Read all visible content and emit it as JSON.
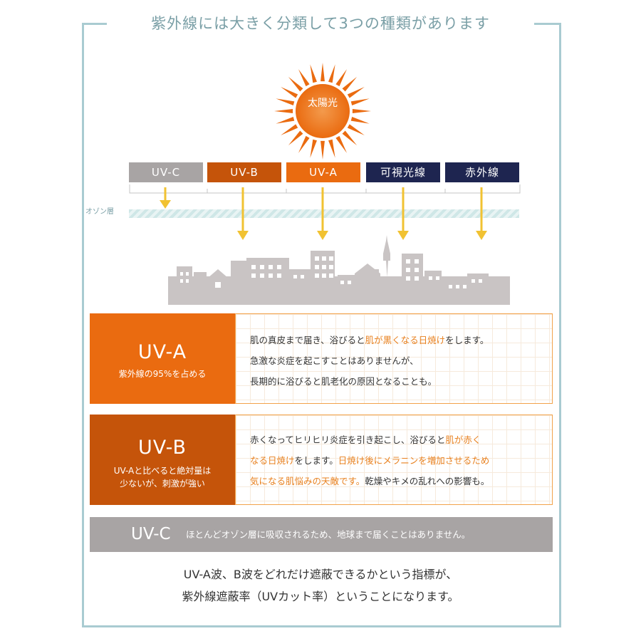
{
  "title": "紫外線には大きく分類して3つの種類があります",
  "sun_label": "太陽光",
  "spectrum": [
    {
      "label": "UV-C",
      "color": "#a8a4a4"
    },
    {
      "label": "UV-B",
      "color": "#c5540a"
    },
    {
      "label": "UV-A",
      "color": "#ea6b10"
    },
    {
      "label": "可視光線",
      "color": "#1e2550"
    },
    {
      "label": "赤外線",
      "color": "#1e2550"
    }
  ],
  "ozone_label": "オゾン層",
  "colors": {
    "frame": "#a9cbd1",
    "uva": "#ea6b10",
    "uvb": "#c5540a",
    "uvc": "#a8a4a4",
    "arrow": "#f1c232",
    "highlight": "#e8801e",
    "city": "#c9c4c4"
  },
  "uva": {
    "name": "UV-A",
    "sub": "紫外線の95%を占める",
    "line1_a": "肌の真皮まで届き、浴びると",
    "line1_hl": "肌が黒くなる日焼け",
    "line1_b": "をします。",
    "line2": "急激な炎症を起こすことはありませんが、",
    "line3_hl": "長期的に浴びると肌老化の原因となることも。"
  },
  "uvb": {
    "name": "UV-B",
    "sub1": "UV-Aと比べると絶対量は",
    "sub2": "少ないが、刺激が強い",
    "line1_a": "赤くなってヒリヒリ炎症を引き起こし、浴びると",
    "line1_hl": "肌が赤く",
    "line2_hl": "なる日焼け",
    "line2_a": "をします。",
    "line2_hl2": "日焼け後にメラニンを増加させるため",
    "line3_hl": "気になる肌悩みの天敵です。",
    "line3_a": "乾燥やキメの乱れへの影響も。"
  },
  "uvc": {
    "name": "UV-C",
    "text": "ほとんどオゾン層に吸収されるため、地球まで届くことはありません。"
  },
  "bottom": {
    "line1": "UV-A波、B波をどれだけ遮蔽できるかという指標が、",
    "line2": "紫外線遮蔽率（UVカット率）ということになります。"
  }
}
